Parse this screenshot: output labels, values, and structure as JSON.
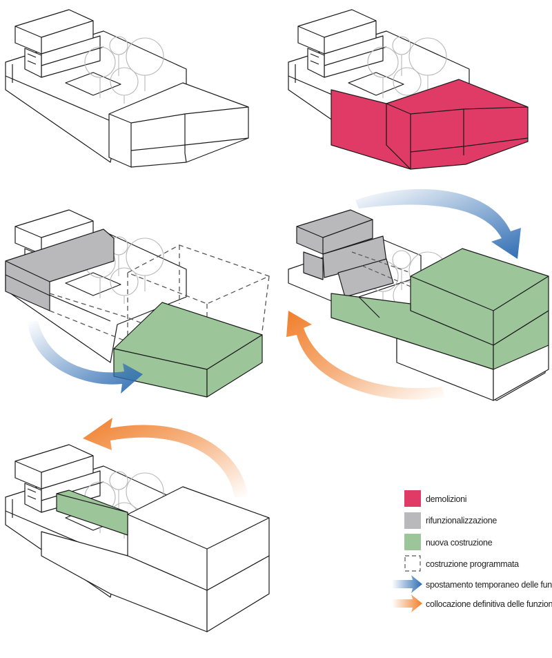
{
  "colors": {
    "demolition": "#E03A66",
    "refunction": "#B9B9BB",
    "new_construction": "#9CC59A",
    "planned_outline": "#555555",
    "temporary_arrow": "#2F6DB3",
    "final_arrow": "#F07E2A",
    "line": "#1a1a1a",
    "tree": "#bdbdbd"
  },
  "legend": [
    {
      "key": "demolition",
      "label": "demolizioni",
      "symbol": "swatch"
    },
    {
      "key": "refunction",
      "label": "rifunzionalizzazione",
      "symbol": "swatch"
    },
    {
      "key": "new_construction",
      "label": "nuova costruzione",
      "symbol": "swatch"
    },
    {
      "key": "planned",
      "label": "costruzione programmata",
      "symbol": "dashed-box"
    },
    {
      "key": "temporary",
      "label": "spostamento temporaneo delle funzioni",
      "symbol": "blue-arrow"
    },
    {
      "key": "final",
      "label": "collocazione definitiva delle funzioni",
      "symbol": "orange-arrow"
    }
  ],
  "phases": [
    {
      "id": "existing",
      "description_icon": "axonometric-building"
    },
    {
      "id": "demolition",
      "description_icon": "axonometric-building"
    },
    {
      "id": "phase-1",
      "description_icon": "axonometric-building"
    },
    {
      "id": "phase-2",
      "description_icon": "axonometric-building"
    },
    {
      "id": "phase-3",
      "description_icon": "axonometric-building"
    }
  ]
}
